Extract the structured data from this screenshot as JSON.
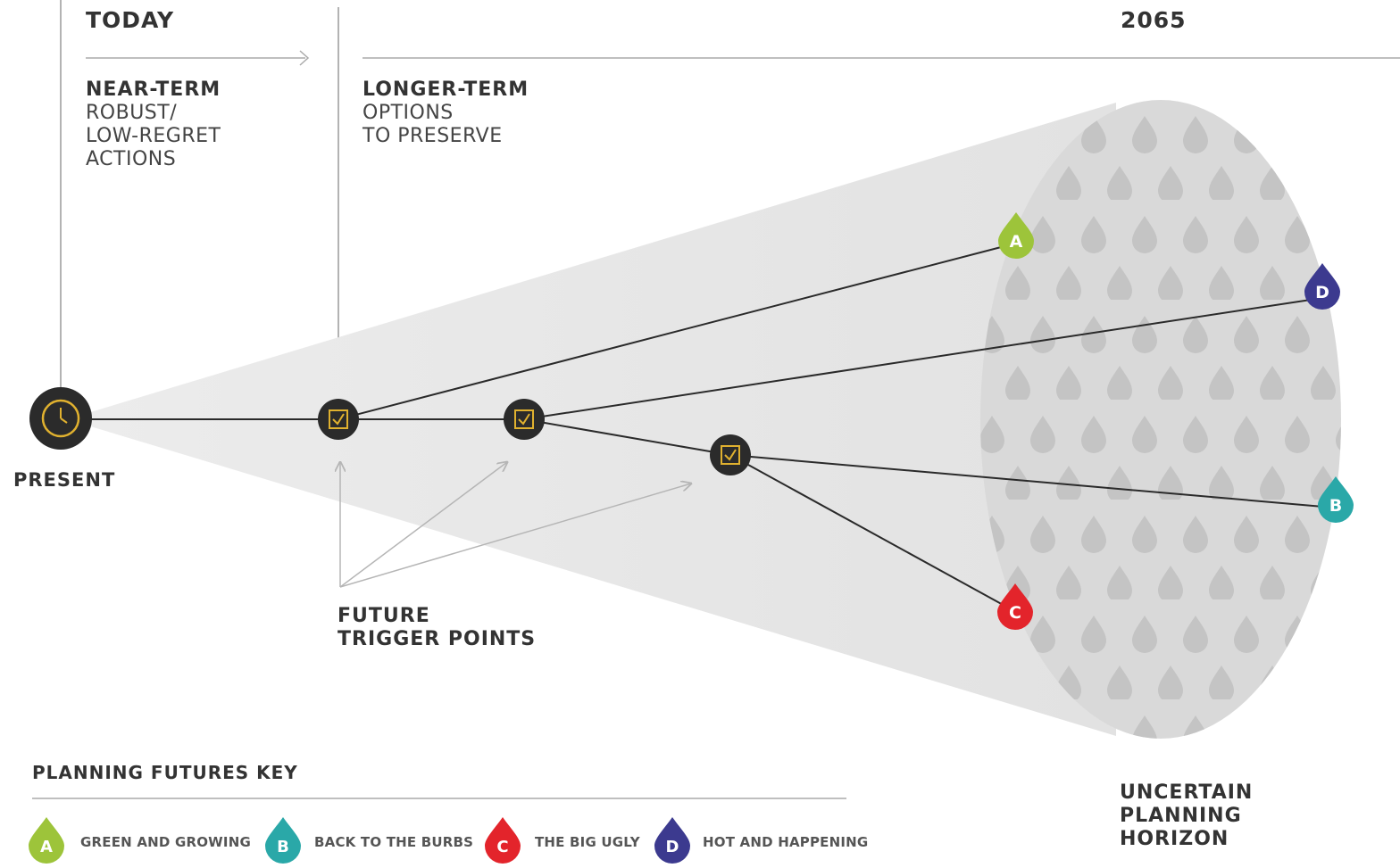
{
  "header": {
    "today": "TODAY",
    "year": "2065"
  },
  "near_term": {
    "title": "NEAR-TERM",
    "lines": [
      "ROBUST/",
      "LOW-REGRET",
      "ACTIONS"
    ]
  },
  "longer_term": {
    "title": "LONGER-TERM",
    "lines": [
      "OPTIONS",
      "TO PRESERVE"
    ]
  },
  "present_label": "PRESENT",
  "trigger_label": [
    "FUTURE",
    "TRIGGER POINTS"
  ],
  "horizon_label": [
    "UNCERTAIN",
    "PLANNING",
    "HORIZON"
  ],
  "key": {
    "title": "PLANNING FUTURES KEY",
    "items": [
      {
        "letter": "A",
        "label": "GREEN AND GROWING",
        "color": "#9dc43a"
      },
      {
        "letter": "B",
        "label": "BACK TO THE BURBS",
        "color": "#2aa8a8"
      },
      {
        "letter": "C",
        "label": "THE BIG UGLY",
        "color": "#e3242b"
      },
      {
        "letter": "D",
        "label": "HOT AND HAPPENING",
        "color": "#3c3a8f"
      }
    ]
  },
  "colors": {
    "node_fill": "#2b2b2b",
    "node_accent": "#e0b12f",
    "cone": "#e6e6e6",
    "horizon_fill": "#d9d9d9",
    "drop_pattern": "#c4c4c4",
    "line": "#2a2a2a",
    "arrow": "#b5b5b5"
  },
  "icons": {
    "present": "clock-icon",
    "trigger": "checkbox-icon",
    "scenario": "droplet-icon"
  }
}
